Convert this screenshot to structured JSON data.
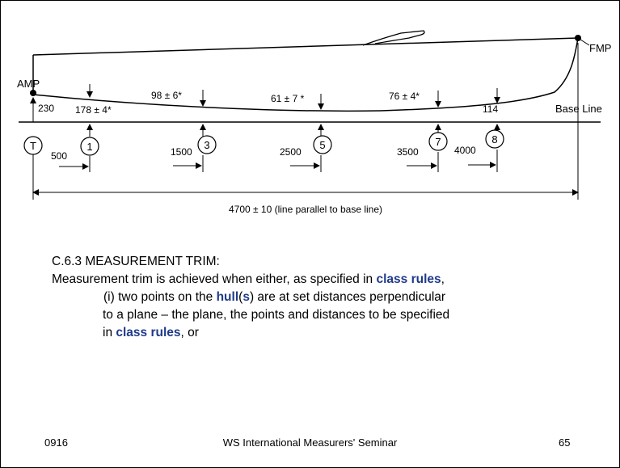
{
  "diagram": {
    "labels": {
      "amp": "AMP",
      "fmp": "FMP",
      "base_line": "Base Line"
    },
    "heights": {
      "h230": "230",
      "h178": "178 ± 4*",
      "h98": "98 ± 6*",
      "h61": "61 ± 7 *",
      "h76": "76 ± 4*",
      "h114": "114"
    },
    "stations": {
      "t": "T",
      "s1": "1",
      "s3": "3",
      "s5": "5",
      "s7": "7",
      "s8": "8"
    },
    "distances": {
      "d500": "500",
      "d1500": "1500",
      "d2500": "2500",
      "d3500": "3500",
      "d4000": "4000"
    },
    "overall_length": "4700 ± 10 (line parallel to base line)"
  },
  "text": {
    "heading": "C.6.3 MEASUREMENT TRIM:",
    "line1_a": "Measurement trim is achieved when either, as specified in ",
    "line1_kw": "class rules",
    "line1_b": ",",
    "line2_a": "(i)   two points on the ",
    "line2_kw1": "hull",
    "line2_b": "(",
    "line2_kw2": "s",
    "line2_c": ") are at set distances perpendicular",
    "line3": "to a plane – the plane, the points and distances to be specified",
    "line4_a": "in ",
    "line4_kw": "class rules",
    "line4_b": ", or"
  },
  "footer": {
    "code": "0916",
    "title": "WS International Measurers' Seminar",
    "page": "65"
  }
}
